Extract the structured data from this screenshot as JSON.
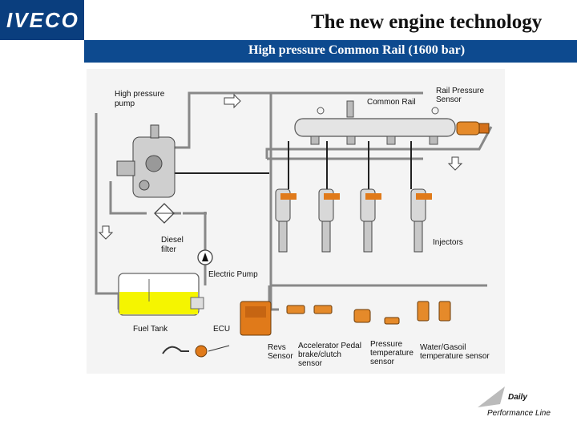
{
  "header": {
    "logo": "IVECO",
    "title": "The new engine technology",
    "subtitle": "High pressure Common Rail (1600 bar)"
  },
  "diagram": {
    "labels": {
      "hp_pump": [
        "High pressure",
        "pump"
      ],
      "common_rail": "Common Rail",
      "rail_sensor": [
        "Rail Pressure",
        "Sensor"
      ],
      "diesel_filter": [
        "Diesel",
        "filter"
      ],
      "electric_pump": "Electric Pump",
      "injectors": "Injectors",
      "fuel_tank": "Fuel Tank",
      "ecu": "ECU",
      "revs_sensor": [
        "Revs",
        "Sensor"
      ],
      "accel_pedal": [
        "Accelerator Pedal",
        "brake/clutch",
        "sensor"
      ],
      "pressure_temp": [
        "Pressure",
        "temperature",
        "sensor"
      ],
      "water_gasoil": [
        "Water/Gasoil",
        "temperature sensor"
      ]
    },
    "colors": {
      "fuel": "#f5f500",
      "ecu": "#e07a1a",
      "sensor": "#e58a2a",
      "pipe": "#888888"
    }
  },
  "brand_mark": {
    "name": "Daily",
    "tagline": "Performance Line"
  }
}
